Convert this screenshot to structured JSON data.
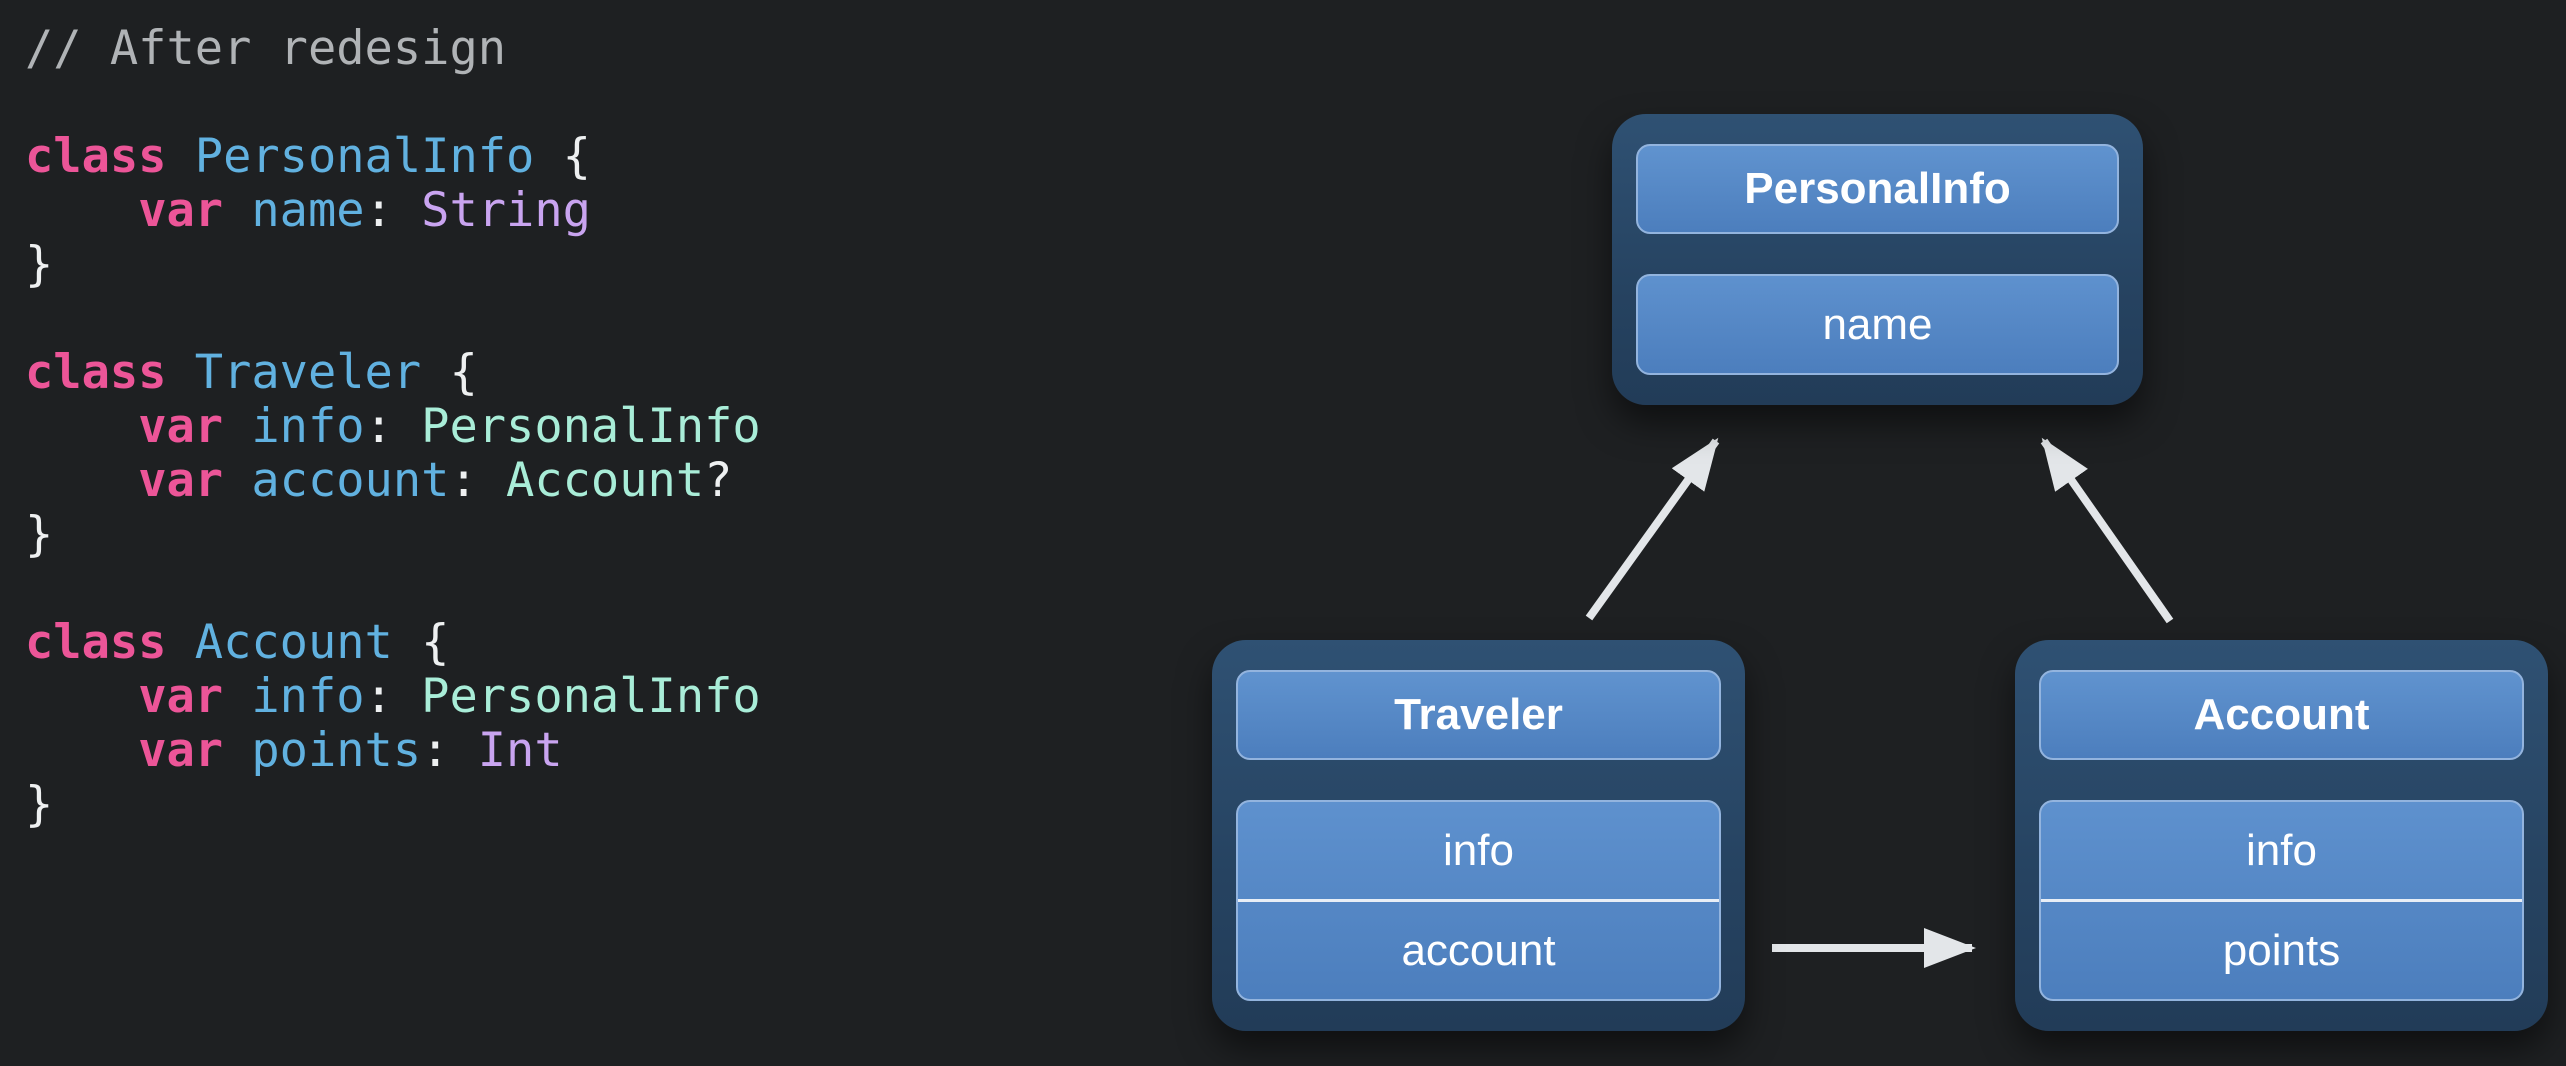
{
  "slide": {
    "background_color": "#1e2022"
  },
  "code": {
    "language": "swift",
    "palette": {
      "comment": "#b0b3b6",
      "keyword": "#ec5598",
      "declaration": "#61b1e0",
      "project_type": "#a9edd8",
      "system_type": "#c9a4f0",
      "plain": "#eef0f1"
    },
    "plain_text": "// After redesign\n\nclass PersonalInfo {\n    var name: String\n}\n\nclass Traveler {\n    var info: PersonalInfo\n    var account: Account?\n}\n\nclass Account {\n    var info: PersonalInfo\n    var points: Int\n}",
    "lines": [
      [
        {
          "c": "cm",
          "t": "// After redesign"
        }
      ],
      [],
      [
        {
          "c": "kw",
          "t": "class"
        },
        {
          "c": "pl",
          "t": " "
        },
        {
          "c": "dc",
          "t": "PersonalInfo"
        },
        {
          "c": "pl",
          "t": " {"
        }
      ],
      [
        {
          "c": "pl",
          "t": "    "
        },
        {
          "c": "kw",
          "t": "var"
        },
        {
          "c": "pl",
          "t": " "
        },
        {
          "c": "dc",
          "t": "name"
        },
        {
          "c": "pl",
          "t": ": "
        },
        {
          "c": "ts",
          "t": "String"
        }
      ],
      [
        {
          "c": "pl",
          "t": "}"
        }
      ],
      [],
      [
        {
          "c": "kw",
          "t": "class"
        },
        {
          "c": "pl",
          "t": " "
        },
        {
          "c": "dc",
          "t": "Traveler"
        },
        {
          "c": "pl",
          "t": " {"
        }
      ],
      [
        {
          "c": "pl",
          "t": "    "
        },
        {
          "c": "kw",
          "t": "var"
        },
        {
          "c": "pl",
          "t": " "
        },
        {
          "c": "dc",
          "t": "info"
        },
        {
          "c": "pl",
          "t": ": "
        },
        {
          "c": "tp",
          "t": "PersonalInfo"
        }
      ],
      [
        {
          "c": "pl",
          "t": "    "
        },
        {
          "c": "kw",
          "t": "var"
        },
        {
          "c": "pl",
          "t": " "
        },
        {
          "c": "dc",
          "t": "account"
        },
        {
          "c": "pl",
          "t": ": "
        },
        {
          "c": "tp",
          "t": "Account"
        },
        {
          "c": "pl",
          "t": "?"
        }
      ],
      [
        {
          "c": "pl",
          "t": "}"
        }
      ],
      [],
      [
        {
          "c": "kw",
          "t": "class"
        },
        {
          "c": "pl",
          "t": " "
        },
        {
          "c": "dc",
          "t": "Account"
        },
        {
          "c": "pl",
          "t": " {"
        }
      ],
      [
        {
          "c": "pl",
          "t": "    "
        },
        {
          "c": "kw",
          "t": "var"
        },
        {
          "c": "pl",
          "t": " "
        },
        {
          "c": "dc",
          "t": "info"
        },
        {
          "c": "pl",
          "t": ": "
        },
        {
          "c": "tp",
          "t": "PersonalInfo"
        }
      ],
      [
        {
          "c": "pl",
          "t": "    "
        },
        {
          "c": "kw",
          "t": "var"
        },
        {
          "c": "pl",
          "t": " "
        },
        {
          "c": "dc",
          "t": "points"
        },
        {
          "c": "pl",
          "t": ": "
        },
        {
          "c": "ts",
          "t": "Int"
        }
      ],
      [
        {
          "c": "pl",
          "t": "}"
        }
      ]
    ]
  },
  "diagram": {
    "colors": {
      "node_outer": "#2a4a6b",
      "node_inner": "#5486c6",
      "node_inner_border": "#93b4de",
      "text": "#ffffff",
      "arrow": "#e3e6e9"
    },
    "nodes": [
      {
        "id": "personal-info",
        "title": "PersonalInfo",
        "fields": [
          "name"
        ]
      },
      {
        "id": "traveler",
        "title": "Traveler",
        "fields": [
          "info",
          "account"
        ]
      },
      {
        "id": "account",
        "title": "Account",
        "fields": [
          "info",
          "points"
        ]
      }
    ],
    "edges": [
      {
        "from": "Traveler",
        "to": "PersonalInfo"
      },
      {
        "from": "Account",
        "to": "PersonalInfo"
      },
      {
        "from": "Traveler",
        "to": "Account"
      }
    ]
  }
}
